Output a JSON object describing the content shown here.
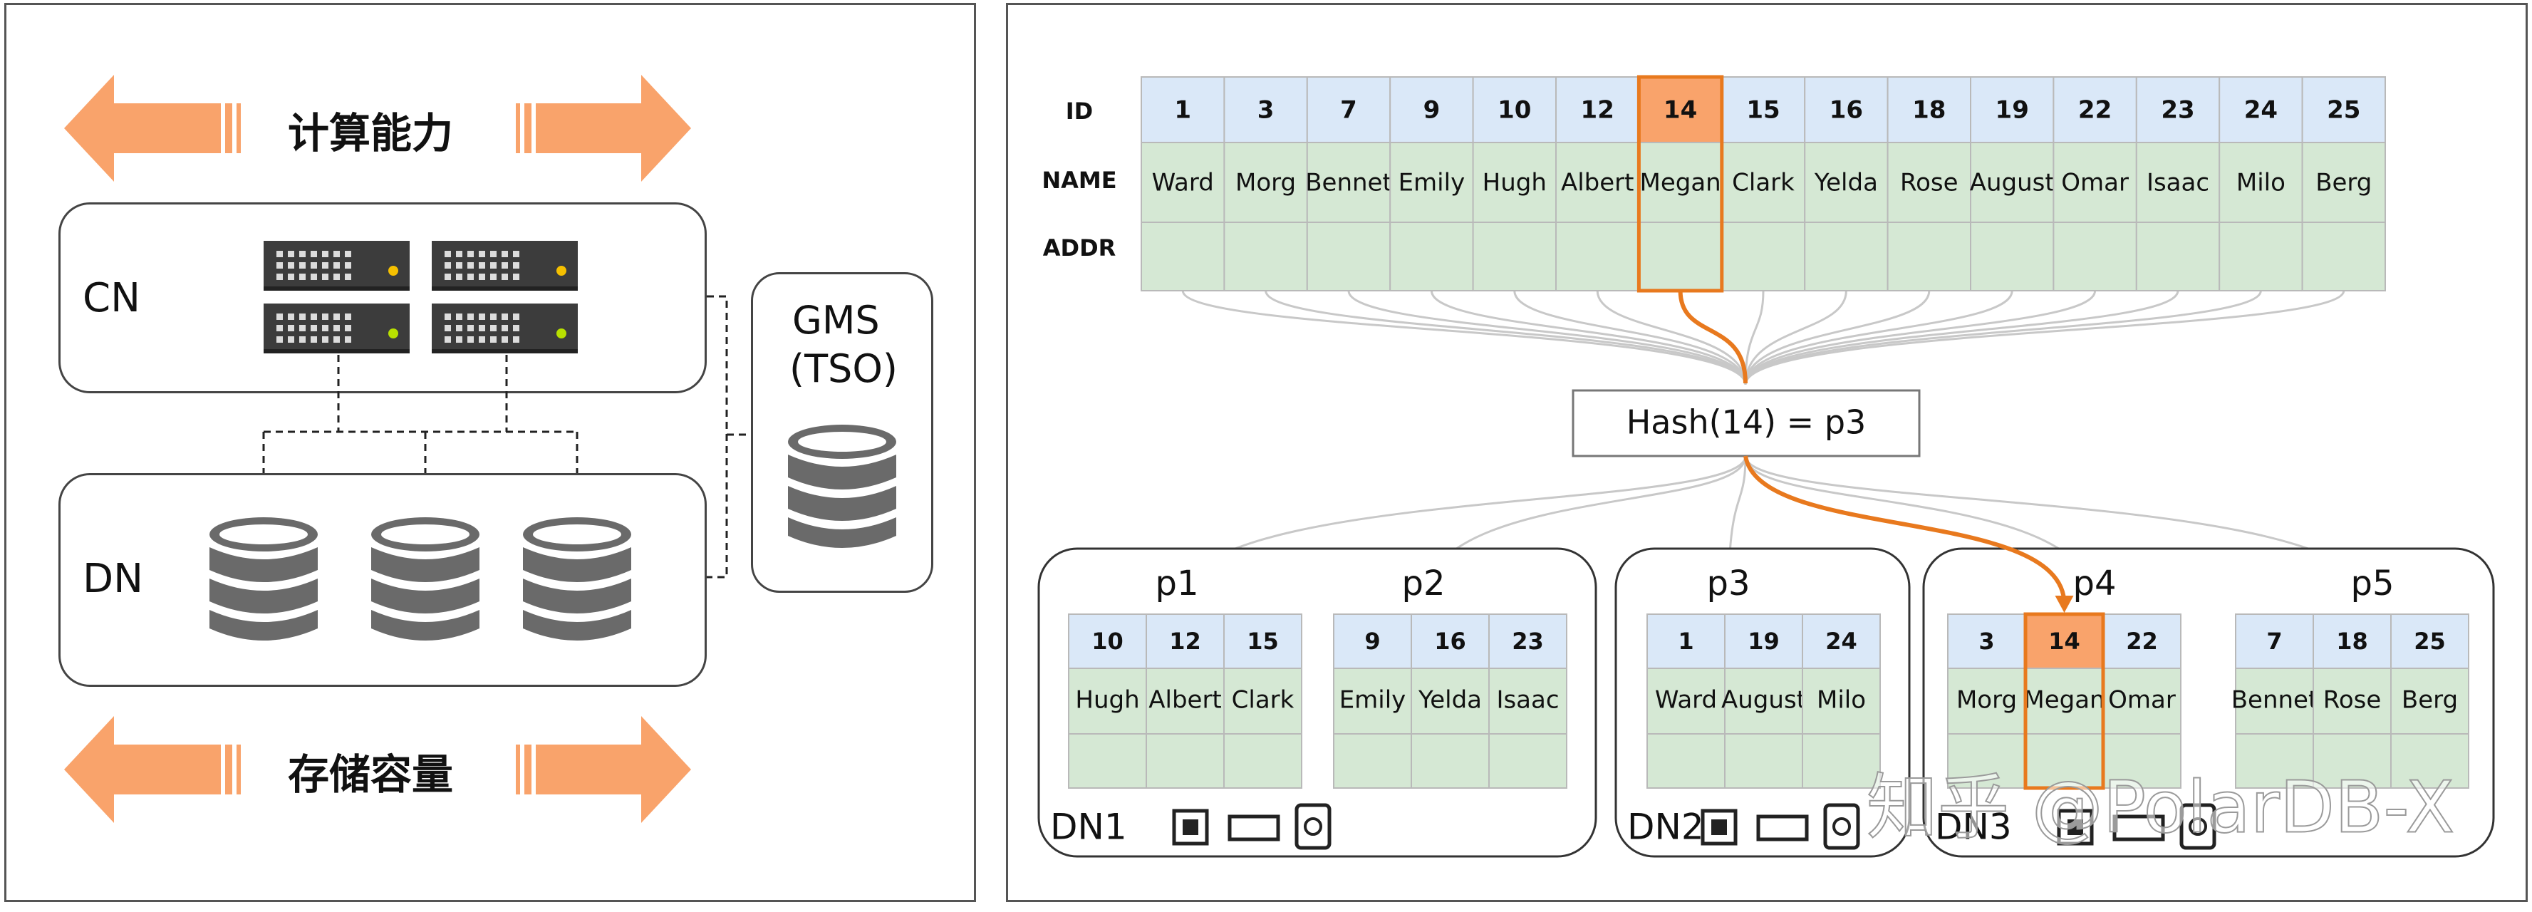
{
  "left": {
    "compute_title": "计算能力",
    "storage_title": "存储容量",
    "cn_label": "CN",
    "dn_label": "DN",
    "gms_line1": "GMS",
    "gms_line2": "(TSO)",
    "arrow_color": "#f9a36b"
  },
  "table": {
    "row_labels": [
      "ID",
      "NAME",
      "ADDR"
    ],
    "ids": [
      "1",
      "3",
      "7",
      "9",
      "10",
      "12",
      "14",
      "15",
      "16",
      "18",
      "19",
      "22",
      "23",
      "24",
      "25"
    ],
    "names": [
      "Ward",
      "Morg",
      "Bennet",
      "Emily",
      "Hugh",
      "Albert",
      "Megan",
      "Clark",
      "Yelda",
      "Rose",
      "August",
      "Omar",
      "Isaac",
      "Milo",
      "Berg"
    ],
    "highlight_index": 6
  },
  "hash_label": "Hash(14) = p3",
  "nodes": [
    {
      "name": "DN1",
      "partitions": [
        {
          "label": "p1",
          "ids": [
            "10",
            "12",
            "15"
          ],
          "names": [
            "Hugh",
            "Albert",
            "Clark"
          ]
        },
        {
          "label": "p2",
          "ids": [
            "9",
            "16",
            "23"
          ],
          "names": [
            "Emily",
            "Yelda",
            "Isaac"
          ]
        }
      ]
    },
    {
      "name": "DN2",
      "partitions": [
        {
          "label": "p3",
          "ids": [
            "1",
            "19",
            "24"
          ],
          "names": [
            "Ward",
            "August",
            "Milo"
          ]
        }
      ]
    },
    {
      "name": "DN3",
      "partitions": [
        {
          "label": "p4",
          "ids": [
            "3",
            "14",
            "22"
          ],
          "names": [
            "Morg",
            "Megan",
            "Omar"
          ],
          "highlight": 1
        },
        {
          "label": "p5",
          "ids": [
            "7",
            "18",
            "25"
          ],
          "names": [
            "Bennet",
            "Rose",
            "Berg"
          ]
        }
      ]
    }
  ],
  "watermark": "知乎 @PolarDB-X",
  "colors": {
    "header_blue": "#dae8f8",
    "cell_green": "#d5e8d4",
    "highlight_orange": "#f9a36b",
    "highlight_border": "#e8791e",
    "link_gray": "#c8c8c8"
  }
}
